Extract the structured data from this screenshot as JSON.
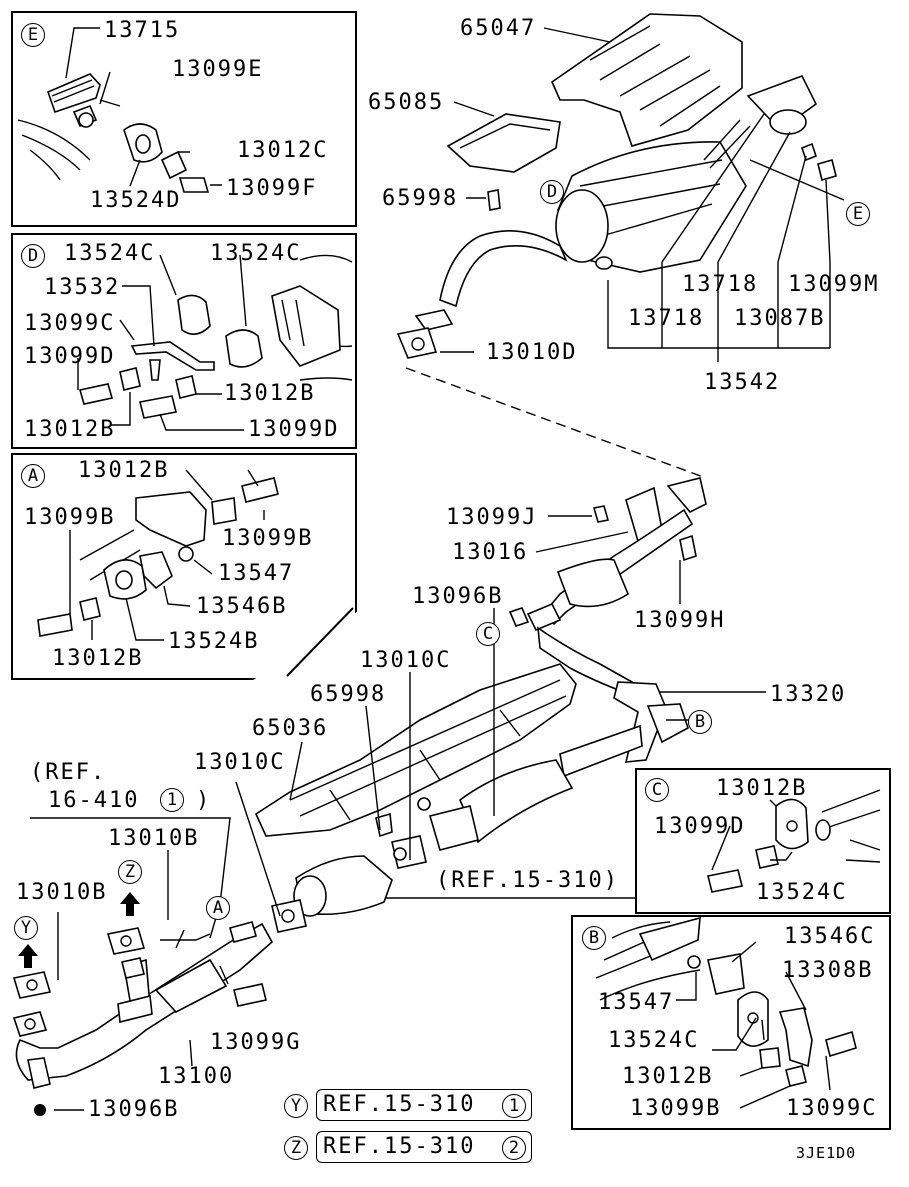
{
  "insets": {
    "E": {
      "label": "E",
      "parts": [
        "13715",
        "13099E",
        "13012C",
        "13524D",
        "13099F"
      ]
    },
    "D": {
      "label": "D",
      "parts": [
        "13524C",
        "13524C",
        "13532",
        "13099C",
        "13099D",
        "13012B",
        "13012B",
        "13099D"
      ]
    },
    "A": {
      "label": "A",
      "parts": [
        "13012B",
        "13099B",
        "13099B",
        "13547",
        "13546B",
        "13524B",
        "13012B"
      ]
    },
    "C": {
      "label": "C",
      "parts": [
        "13012B",
        "13099D",
        "13524C"
      ]
    },
    "B": {
      "label": "B",
      "parts": [
        "13546C",
        "13308B",
        "13547",
        "13524C",
        "13012B",
        "13099B",
        "13099C"
      ]
    }
  },
  "main": {
    "parts": [
      "65047",
      "65085",
      "65998",
      "13010D",
      "13718",
      "13099M",
      "13718",
      "13087B",
      "13542",
      "13099J",
      "13016",
      "13099H",
      "13096B",
      "13010C",
      "65998",
      "65036",
      "13320",
      "13010C",
      "13010B",
      "13010B",
      "13099G",
      "13100",
      "13096B"
    ],
    "callouts": [
      "D",
      "E",
      "C",
      "B",
      "A",
      "Y",
      "Z",
      "1"
    ],
    "ref_note": {
      "line1": "(REF.",
      "line2": "16-410",
      "num": "1",
      "close": ")"
    },
    "ref_main": "(REF.15-310)"
  },
  "legend": [
    {
      "key": "Y",
      "text": "REF.15-310",
      "num": "1"
    },
    {
      "key": "Z",
      "text": "REF.15-310",
      "num": "2"
    }
  ],
  "code": "3JE1D0"
}
